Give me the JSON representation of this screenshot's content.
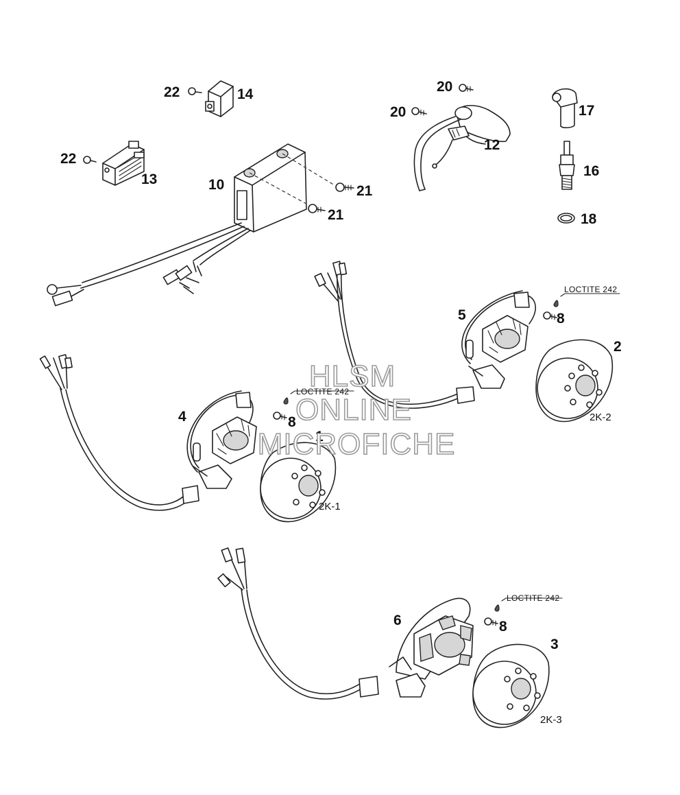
{
  "callouts": {
    "c22a": "22",
    "c14": "14",
    "c22b": "22",
    "c13": "13",
    "c10": "10",
    "c21a": "21",
    "c21b": "21",
    "c20a": "20",
    "c20b": "20",
    "c12": "12",
    "c17": "17",
    "c16": "16",
    "c18": "18",
    "c5": "5",
    "c8a": "8",
    "c2": "2",
    "c2k2": "2K-2",
    "c4": "4",
    "c8b": "8",
    "c1": "1",
    "c2k1": "2K-1",
    "c6": "6",
    "c8c": "8",
    "c3": "3",
    "c2k3": "2K-3"
  },
  "loctite": {
    "a": "LOCTITE 242",
    "b": "LOCTITE 242",
    "c": "LOCTITE 242"
  },
  "watermark": {
    "line1": "HLSM",
    "line2": "ONLINE",
    "line3": "MICROFICHE"
  }
}
